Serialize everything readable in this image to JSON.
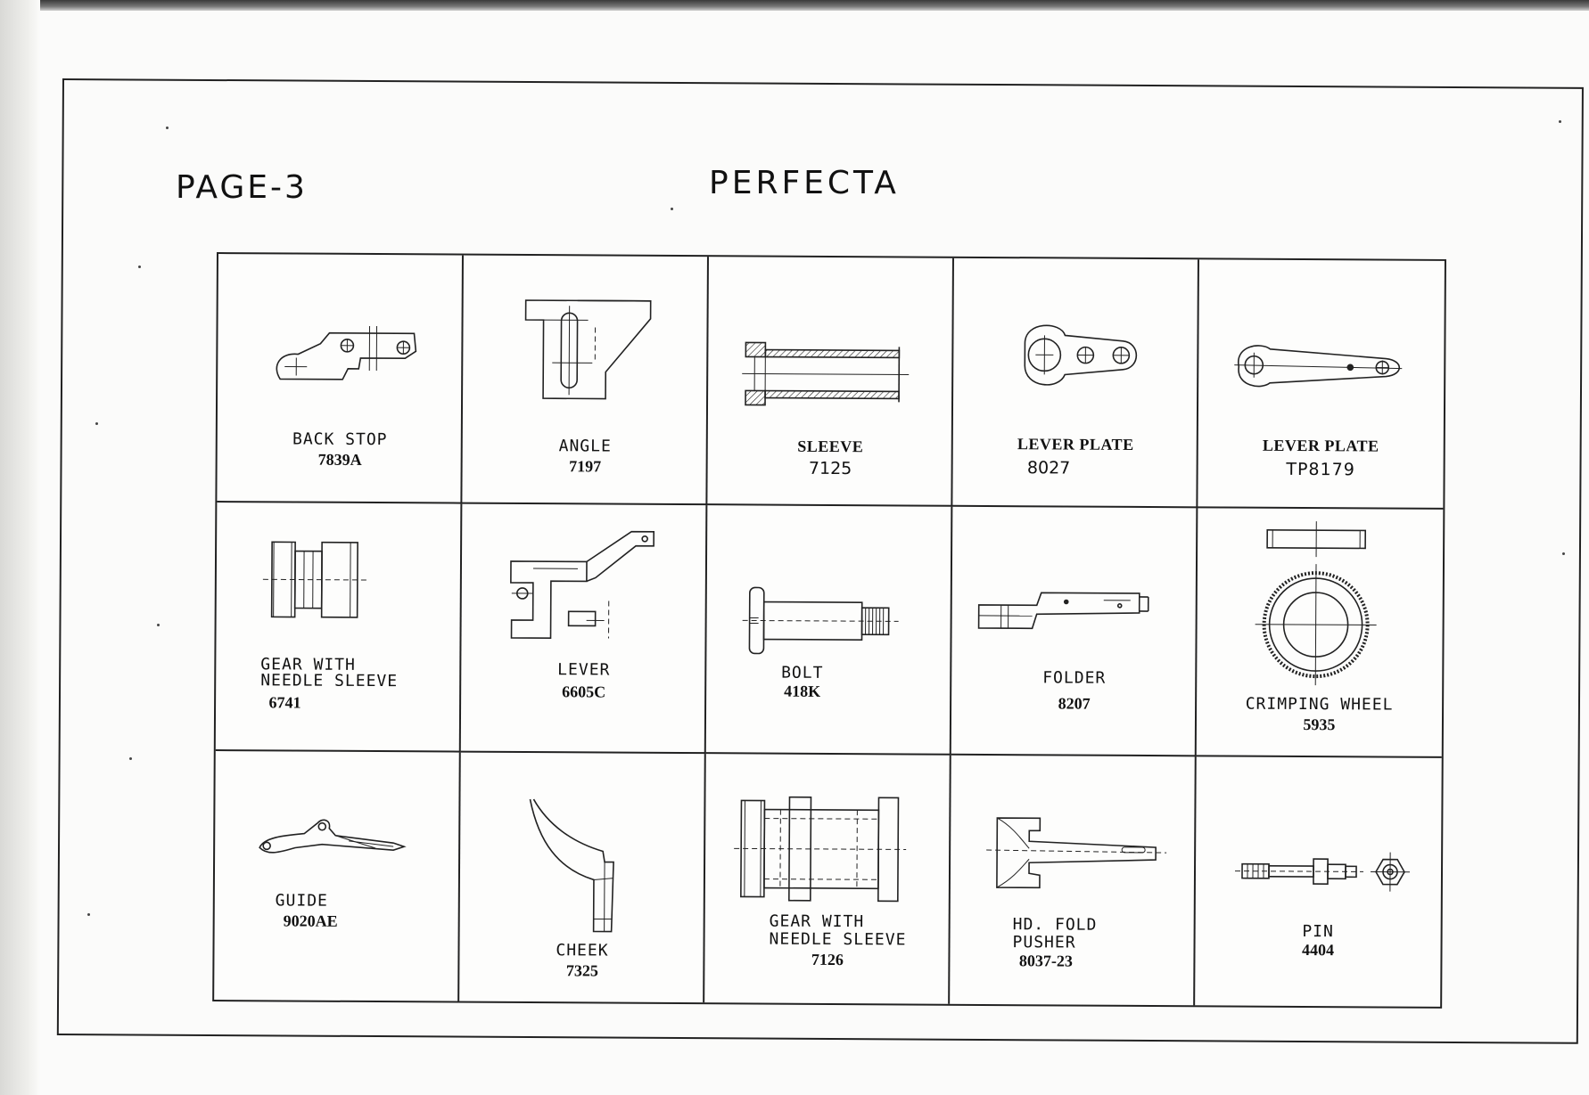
{
  "page": "PAGE-3",
  "title": "PERFECTA",
  "parts": [
    {
      "name": "BACK STOP",
      "number": "7839A",
      "icon": "back-stop-drawing"
    },
    {
      "name": "ANGLE",
      "number": "7197",
      "icon": "angle-drawing"
    },
    {
      "name": "SLEEVE",
      "number": "7125",
      "icon": "sleeve-drawing"
    },
    {
      "name": "LEVER PLATE",
      "number": "8027",
      "icon": "lever-plate-drawing"
    },
    {
      "name": "LEVER PLATE",
      "number": "TP8179",
      "icon": "lever-plate-long-drawing"
    },
    {
      "name": "GEAR WITH NEEDLE SLEEVE",
      "number": "6741",
      "icon": "gear-needle-sleeve-drawing"
    },
    {
      "name": "LEVER",
      "number": "6605C",
      "icon": "lever-drawing"
    },
    {
      "name": "BOLT",
      "number": "418K",
      "icon": "bolt-drawing"
    },
    {
      "name": "FOLDER",
      "number": "8207",
      "icon": "folder-drawing"
    },
    {
      "name": "CRIMPING WHEEL",
      "number": "5935",
      "icon": "crimping-wheel-drawing"
    },
    {
      "name": "GUIDE",
      "number": "9020AE",
      "icon": "guide-drawing"
    },
    {
      "name": "CHEEK",
      "number": "7325",
      "icon": "cheek-drawing"
    },
    {
      "name": "GEAR WITH NEEDLE SLEEVE",
      "number": "7126",
      "icon": "gear-needle-sleeve-long-drawing"
    },
    {
      "name": "HD. FOLD PUSHER",
      "number": "8037-23",
      "icon": "fold-pusher-drawing"
    },
    {
      "name": "PIN",
      "number": "4404",
      "icon": "pin-drawing"
    }
  ],
  "labels": {
    "gear_line1": "GEAR WITH",
    "gear_line2": "NEEDLE SLEEVE",
    "pusher_line1": "HD. FOLD",
    "pusher_line2": "PUSHER"
  }
}
